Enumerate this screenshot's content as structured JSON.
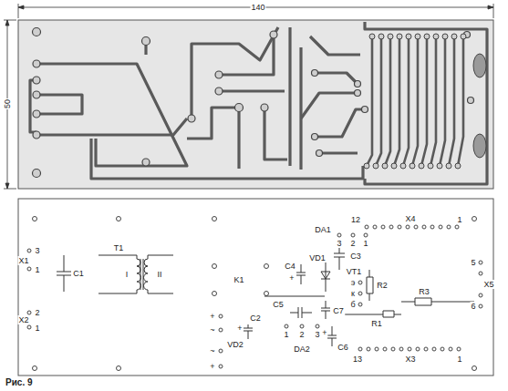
{
  "diagram": {
    "caption": "Рис. 9",
    "labels": [
      "140",
      "50",
      "3",
      "X1",
      "1",
      "C1",
      "T1",
      "I",
      "II",
      "2",
      "X2",
      "1",
      "K1",
      "DA1",
      "3",
      "2",
      "1",
      "12",
      "X4",
      "1",
      "C3",
      "C4",
      "+",
      "VD1",
      "VT1",
      "э",
      "к",
      "б",
      "R2",
      "5",
      "X5",
      "6",
      "R3",
      "C5",
      "C7",
      "R1",
      "+",
      "~",
      "~",
      "+",
      "C2",
      "+",
      "VD2",
      "1",
      "2",
      "3",
      "DA2",
      "+",
      "C6",
      "13",
      "X3",
      "1"
    ]
  }
}
